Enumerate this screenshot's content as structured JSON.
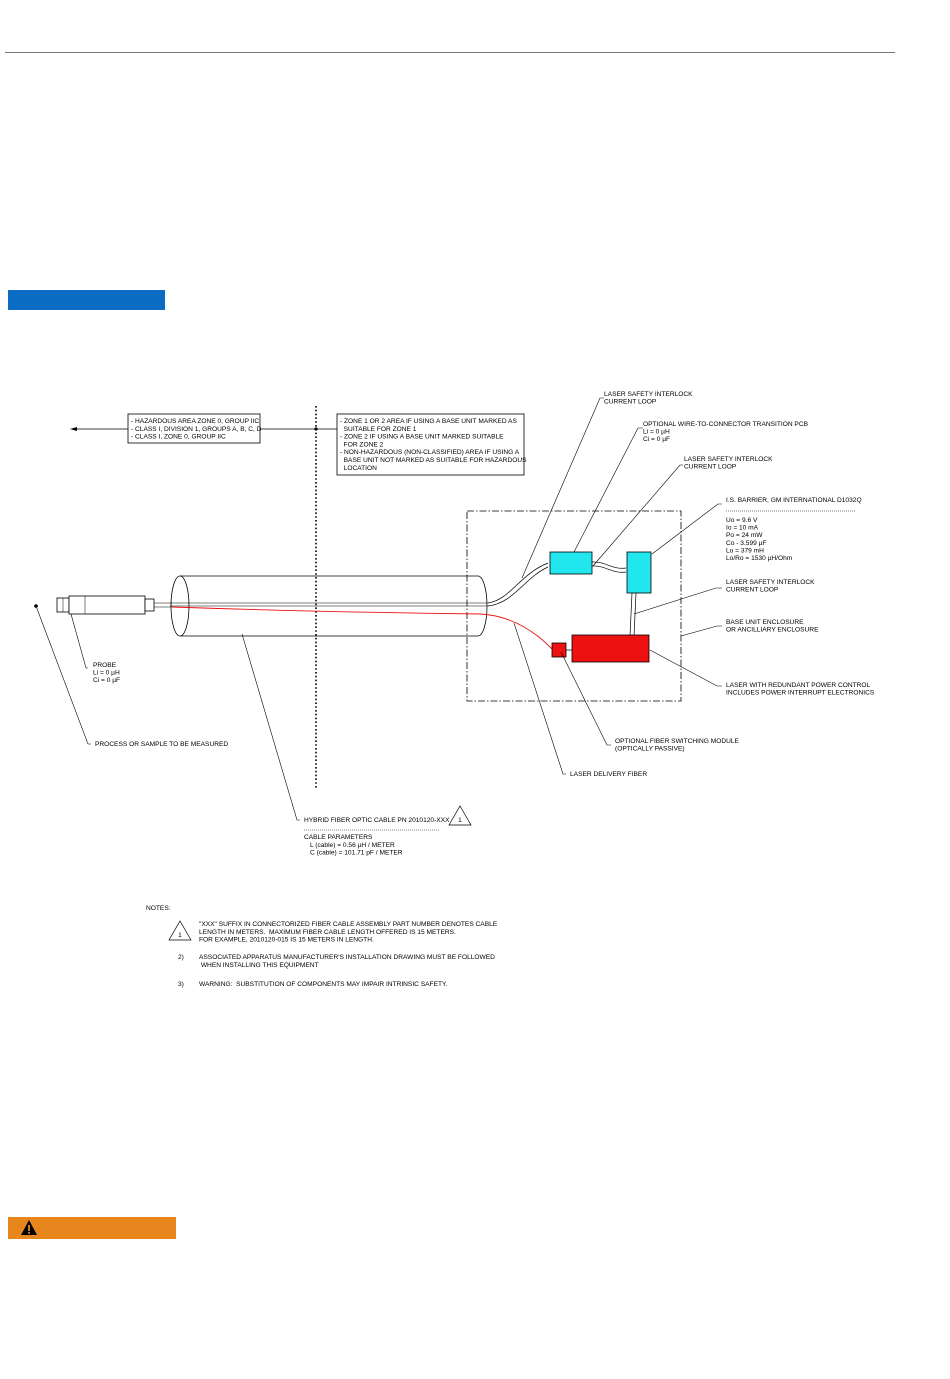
{
  "colors": {
    "section_bar": "#0a6cc2",
    "warning_bar": "#e8861e",
    "transition_pcb": "#22e6ee",
    "is_barrier": "#22e6ee",
    "laser": "#ee1111",
    "switch_module": "#ee1111",
    "laser_fiber": "#ee1111"
  },
  "icons": {
    "warning": "warning-triangle-icon",
    "note_flag": "revision-triangle-icon"
  },
  "hazard_box": [
    "- HAZARDOUS AREA ZONE 0, GROUP IIC",
    "- CLASS I, DIVISION 1, GROUPS A, B, C, D",
    "- CLASS I, ZONE 0, GROUP IIC"
  ],
  "zone_box": [
    "- ZONE 1 OR 2 AREA IF USING A BASE UNIT MARKED AS",
    "  SUITABLE FOR ZONE 1",
    "- ZONE 2 IF USING A BASE UNIT MARKED SUITABLE",
    "  FOR ZONE 2",
    "- NON-HAZARDOUS (NON-CLASSIFIED) AREA IF USING A",
    "  BASE UNIT NOT MARKED AS SUITABLE FOR HAZARDOUS",
    "  LOCATION"
  ],
  "labels": {
    "interlock_top": [
      "LASER SAFETY INTERLOCK",
      "CURRENT LOOP"
    ],
    "transition_pcb": [
      "OPTIONAL WIRE-TO-CONNECTOR TRANSITION PCB",
      "Li = 0 µH",
      "Ci = 0 µF"
    ],
    "interlock_mid": [
      "LASER SAFETY INTERLOCK",
      "CURRENT LOOP"
    ],
    "barrier_title": "I.S. BARRIER, GM INTERNATIONAL D1032Q",
    "barrier_params": [
      "Uo = 9.6 V",
      "Io = 10 mA",
      "Po = 24 mW",
      "Co - 3.599 µF",
      "Lo = 379 mH",
      "Lo/Ro = 1530 µH/Ohm"
    ],
    "interlock_low": [
      "LASER SAFETY INTERLOCK",
      "CURRENT LOOP"
    ],
    "base_enclosure": [
      "BASE UNIT ENCLOSURE",
      "OR ANCILLIARY ENCLOSURE"
    ],
    "laser": [
      "LASER WITH REDUNDANT POWER CONTROL",
      "INCLUDES POWER INTERRUPT ELECTRONICS"
    ],
    "switch_module": [
      "OPTIONAL FIBER SWITCHING MODULE",
      "(OPTICALLY PASSIVE)"
    ],
    "delivery_fiber": "LASER DELIVERY FIBER",
    "probe": [
      "PROBE",
      "Li = 0 µH",
      "Ci = 0 µF"
    ],
    "process": "PROCESS OR SAMPLE TO BE MEASURED",
    "cable": "HYBRID FIBER OPTIC CABLE PN 2010120-XXX",
    "cable_flag": "1",
    "cable_params_title": "CABLE PARAMETERS",
    "cable_params": [
      "L (cable) = 0.56 µH / METER",
      "C (cable) = 101.71 pF / METER"
    ]
  },
  "notes": {
    "title": "NOTES:",
    "items": [
      {
        "marker": "1",
        "lines": [
          "\"XXX\" SUFFIX IN CONNECTORIZED FIBER CABLE ASSEMBLY PART NUMBER DENOTES CABLE",
          "LENGTH IN METERS.  MAXIMUM FIBER CABLE LENGTH OFFERED IS 15 METERS.",
          "FOR EXAMPLE, 2010120-015 IS 15 METERS IN LENGTH."
        ]
      },
      {
        "marker": "2)",
        "lines": [
          "ASSOCIATED APPARATUS MANUFACTURER'S INSTALLATION DRAWING MUST BE FOLLOWED",
          " WHEN INSTALLING THIS EQUIPMENT"
        ]
      },
      {
        "marker": "3)",
        "lines": [
          "WARNING:  SUBSTITUTION OF COMPONENTS MAY IMPAIR INTRINSIC SAFETY."
        ]
      }
    ]
  }
}
